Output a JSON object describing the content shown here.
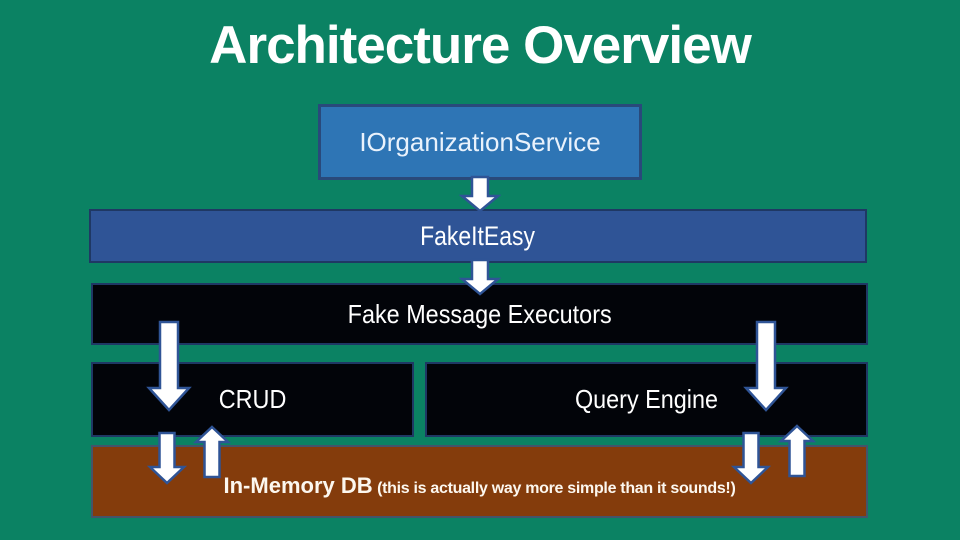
{
  "slide": {
    "title": "Architecture Overview",
    "boxes": {
      "iorganization_service": {
        "label": "IOrganizationService"
      },
      "fakeiteasy": {
        "label": "FakeItEasy"
      },
      "fake_message_executors": {
        "label": "Fake Message Executors"
      },
      "crud": {
        "label": "CRUD"
      },
      "query_engine": {
        "label": "Query Engine"
      },
      "in_memory_db": {
        "label": "In-Memory DB",
        "note": "(this is actually way more simple than it sounds!)"
      }
    },
    "arrows": [
      "service-to-fakeiteasy-down",
      "fakeiteasy-to-executors-down",
      "executors-to-crud-down",
      "executors-to-query-down",
      "crud-to-db-down",
      "db-to-crud-up",
      "query-to-db-down",
      "db-to-query-up"
    ]
  },
  "colors": {
    "background_green": "#0B8263",
    "title_color": "#FFFFFF",
    "service_box_fill": "#2E75B5",
    "service_box_border": "#29497B",
    "fakeiteasy_box_fill": "#2F5496",
    "fakeiteasy_box_border": "#1F3864",
    "black_box_fill": "#020409",
    "black_box_border": "#1F3864",
    "db_box_fill": "#843C0C",
    "db_box_border": "#44546A",
    "arrow_fill": "#FFFFFF",
    "arrow_border": "#2F5496"
  }
}
